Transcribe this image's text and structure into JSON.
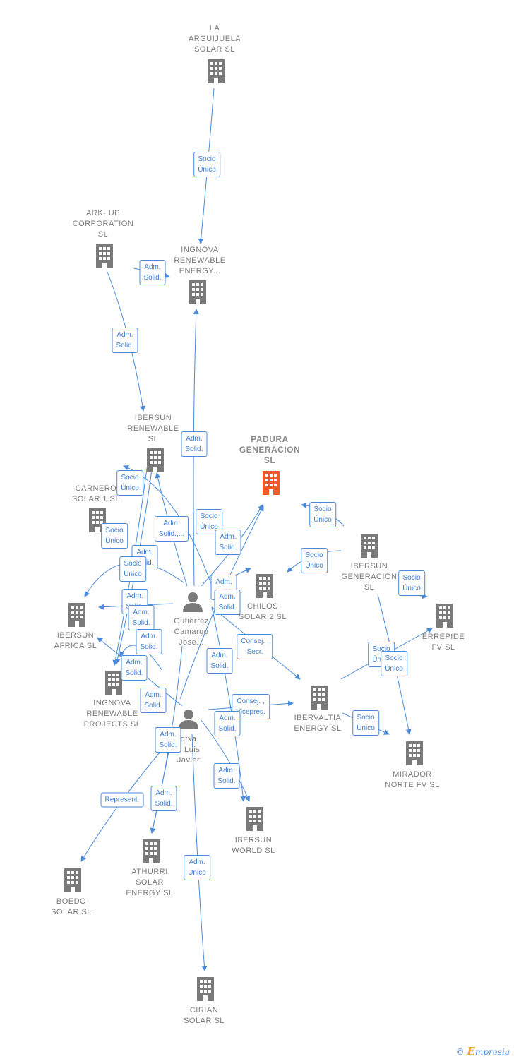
{
  "colors": {
    "edge": "#4a8ad8",
    "node": "#7a7a7a",
    "focus": "#f05a28"
  },
  "nodes": {
    "la_arguijuela": "LA\nARGUIJUELA\nSOLAR  SL",
    "ark_up": "ARK- UP\nCORPORATION\nSL",
    "ingnova_energy": "INGNOVA\nRENEWABLE\nENERGY...",
    "ibersun_renewable": "IBERSUN\nRENEWABLE\nSL",
    "padura": "PADURA\nGENERACION\nSL",
    "carnero": "CARNERO\nSOLAR 1  SL",
    "ibersun_generacion": "IBERSUN\nGENERACION\nSL",
    "chilos": "CHILOS\nSOLAR 2  SL",
    "ibersun_africa": "IBERSUN\nAFRICA  SL",
    "errepide": "ERREPIDE\nFV  SL",
    "gutierrez": "Gutierrez\nCamargo\nJose...",
    "ingnova_projects": "INGNOVA\nRENEWABLE\nPROJECTS  SL",
    "ibervaltia": "IBERVALTIA\nENERGY  SL",
    "urizar": "otxa\nn Luis\nJavier",
    "mirador": "MIRADOR\nNORTE FV  SL",
    "ibersun_world": "IBERSUN\nWORLD  SL",
    "athurri": "ATHURRI\nSOLAR\nENERGY  SL",
    "boedo": "BOEDO\nSOLAR  SL",
    "cirian": "CIRIAN\nSOLAR  SL"
  },
  "edge_labels": {
    "l1": "Socio\nÚnico",
    "l2": "Adm.\nSolid.",
    "l3": "Adm.\nSolid.",
    "l4": "Adm.\nSolid.",
    "l5": "Socio\nÚnico",
    "l6": "Adm.\nSolid.,...",
    "l7": "Socio\nÚnico",
    "l8": "Adm.\nSolid.",
    "l9": "Socio\nÚnico",
    "l10": "Socio\nÚnico",
    "l11": "Socio\nÚnico",
    "l12": "Adm.\nSolid.",
    "l13": "Socio\nÚnico",
    "l14": "Adm.\nSolid.",
    "l15": "Adm.\nSolid.",
    "l16": "Socio\nÚnico",
    "l17": "Adm.\nSolid.",
    "l18": "Adm.\nSolid.",
    "l19": "Consej. ,\nSecr.",
    "l20": "Adm.\nSolid.",
    "l21": "Socio\nÚnico",
    "l22": "Socio\nÚnico",
    "l23": "Adm.\nSolid.",
    "l24": "Adm.\nSolid.",
    "l25": "Consej. ,\nVicepres.",
    "l26": "Socio\nÚnico",
    "l27": "Adm.\nSolid.",
    "l28": "Adm.\nSolid.",
    "l29": "Adm.\nSolid.",
    "l30": "Represent.",
    "l31": "Adm.\nSolid.",
    "l32": "Adm.\nUnico",
    "l33": "Adm.\nSolid."
  },
  "footer": {
    "copyright": "©",
    "brand_initial": "E",
    "brand_rest": "mpresia"
  }
}
